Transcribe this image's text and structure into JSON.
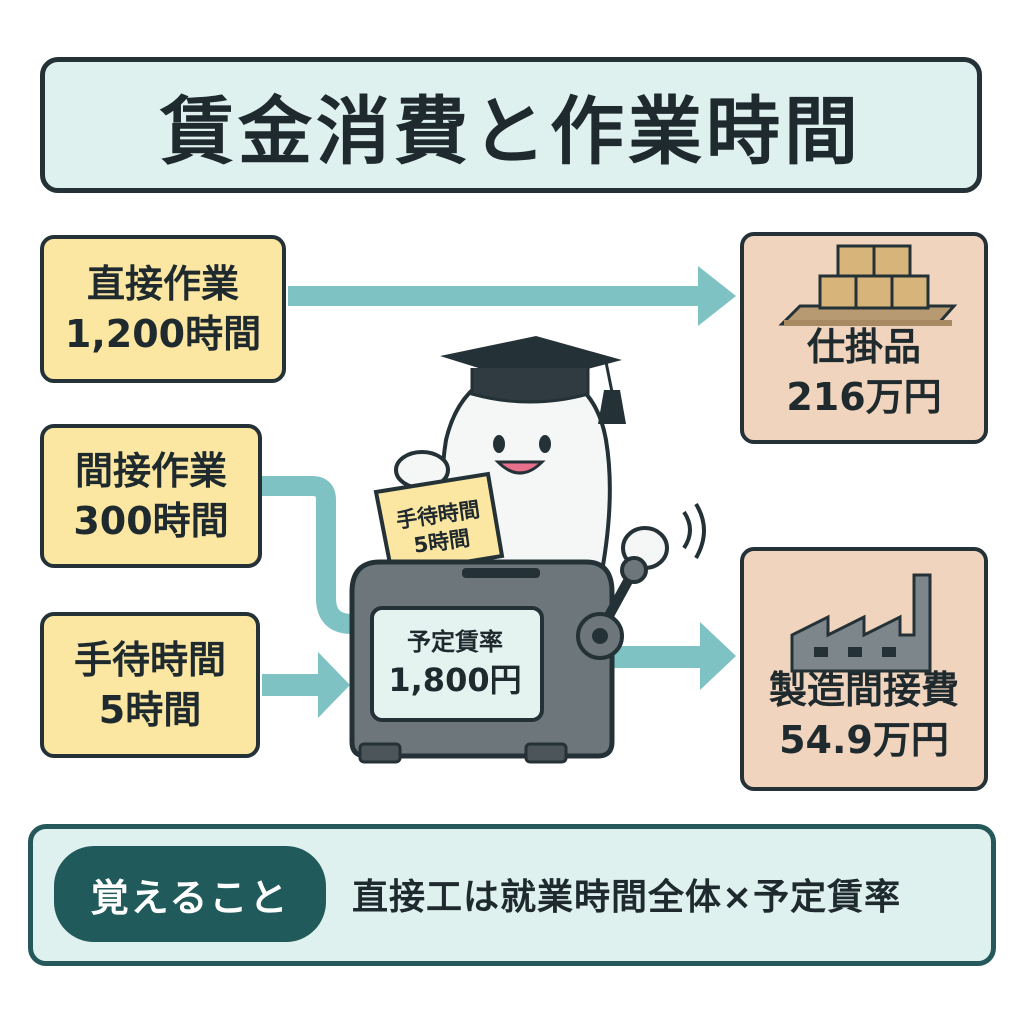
{
  "title": "賃金消費と作業時間",
  "inputs": {
    "direct": {
      "label": "直接作業",
      "value": "1,200時間"
    },
    "indirect": {
      "label": "間接作業",
      "value": "300時間"
    },
    "idle": {
      "label": "手待時間",
      "value": "5時間"
    }
  },
  "ticket": {
    "line1": "手待時間",
    "line2": "5時間"
  },
  "machine": {
    "label": "予定賃率",
    "value": "1,800円"
  },
  "outputs": {
    "wip": {
      "label": "仕掛品",
      "value": "216万円",
      "icon": "boxes-icon"
    },
    "overhead": {
      "label": "製造間接費",
      "value": "54.9万円",
      "icon": "factory-icon"
    }
  },
  "memo": {
    "badge": "覚えること",
    "text": "直接工は就業時間全体×予定賃率"
  },
  "colors": {
    "arrow": "#7fc2c3",
    "input_card": "#fbe6a2",
    "output_card": "#f0d4bd",
    "title_bg": "#dff1ee",
    "badge": "#215a5a"
  }
}
